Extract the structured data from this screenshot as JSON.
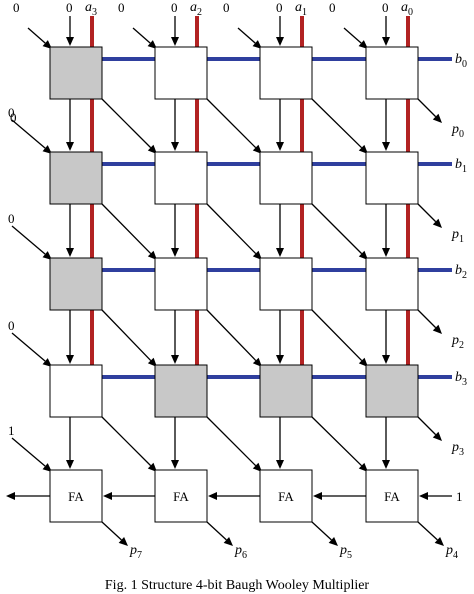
{
  "colors": {
    "a_line": "#b22222",
    "b_line": "#2f3f9e",
    "cell_gray": "#c8c8c8",
    "cell_white": "#ffffff"
  },
  "top_inputs": {
    "zero_label": "0",
    "a_labels": [
      {
        "base": "a",
        "sub": "3"
      },
      {
        "base": "a",
        "sub": "2"
      },
      {
        "base": "a",
        "sub": "1"
      },
      {
        "base": "a",
        "sub": "0"
      }
    ]
  },
  "b_labels": [
    {
      "base": "b",
      "sub": "0"
    },
    {
      "base": "b",
      "sub": "1"
    },
    {
      "base": "b",
      "sub": "2"
    },
    {
      "base": "b",
      "sub": "3"
    }
  ],
  "left_inputs": [
    "0",
    "0",
    "0",
    "1"
  ],
  "right_carry_in": "1",
  "p_right": [
    {
      "base": "p",
      "sub": "0"
    },
    {
      "base": "p",
      "sub": "1"
    },
    {
      "base": "p",
      "sub": "2"
    },
    {
      "base": "p",
      "sub": "3"
    }
  ],
  "p_bottom": [
    {
      "base": "p",
      "sub": "7"
    },
    {
      "base": "p",
      "sub": "6"
    },
    {
      "base": "p",
      "sub": "5"
    },
    {
      "base": "p",
      "sub": "4"
    }
  ],
  "fa_label": "FA",
  "grid_shading": [
    [
      "gray",
      "white",
      "white",
      "white"
    ],
    [
      "gray",
      "white",
      "white",
      "white"
    ],
    [
      "gray",
      "white",
      "white",
      "white"
    ],
    [
      "white",
      "gray",
      "gray",
      "gray"
    ]
  ],
  "caption": "Fig. 1 Structure 4-bit Baugh Wooley Multiplier"
}
